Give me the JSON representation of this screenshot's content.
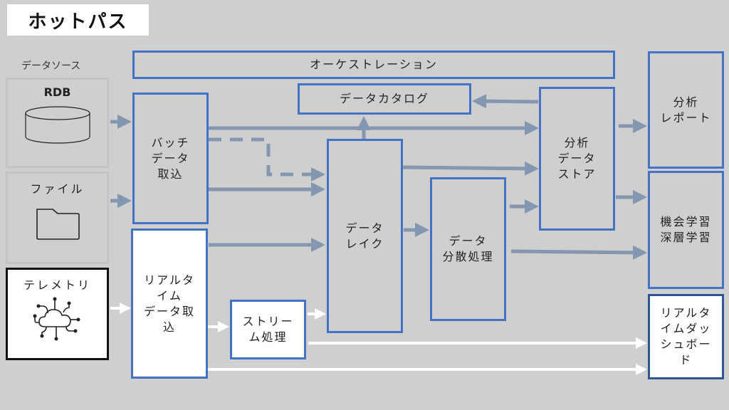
{
  "title": "ホットパス",
  "data_source_label": "データソース",
  "sources": {
    "rdb": {
      "label": "RDB",
      "icon": "database-icon"
    },
    "file": {
      "label": "ファイル",
      "icon": "folder-icon"
    },
    "telemetry": {
      "label": "テレメトリ",
      "icon": "iot-cloud-icon"
    }
  },
  "nodes": {
    "orchestration": "オーケストレーション",
    "data_catalog": "データカタログ",
    "batch_ingest": "バッチ\nデータ\n取込",
    "realtime_ingest": "リアルタ\nイム\nデータ取\n込",
    "data_lake": "データ\nレイク",
    "distributed_processing": "データ\n分散処理",
    "stream_processing": "ストリー\nム処理",
    "analytics_store": "分析\nデータ\nストア",
    "analytics_report": "分析\nレポート",
    "ml_dl": "機会学習\n深層学習",
    "realtime_dashboard": "リアルタ\nイムダッ\nシュボー\nド"
  },
  "colors": {
    "background": "#cfcfcf",
    "box_border": "#4472c4",
    "batch_arrow": "#8497b0",
    "stream_arrow": "#ffffff"
  }
}
